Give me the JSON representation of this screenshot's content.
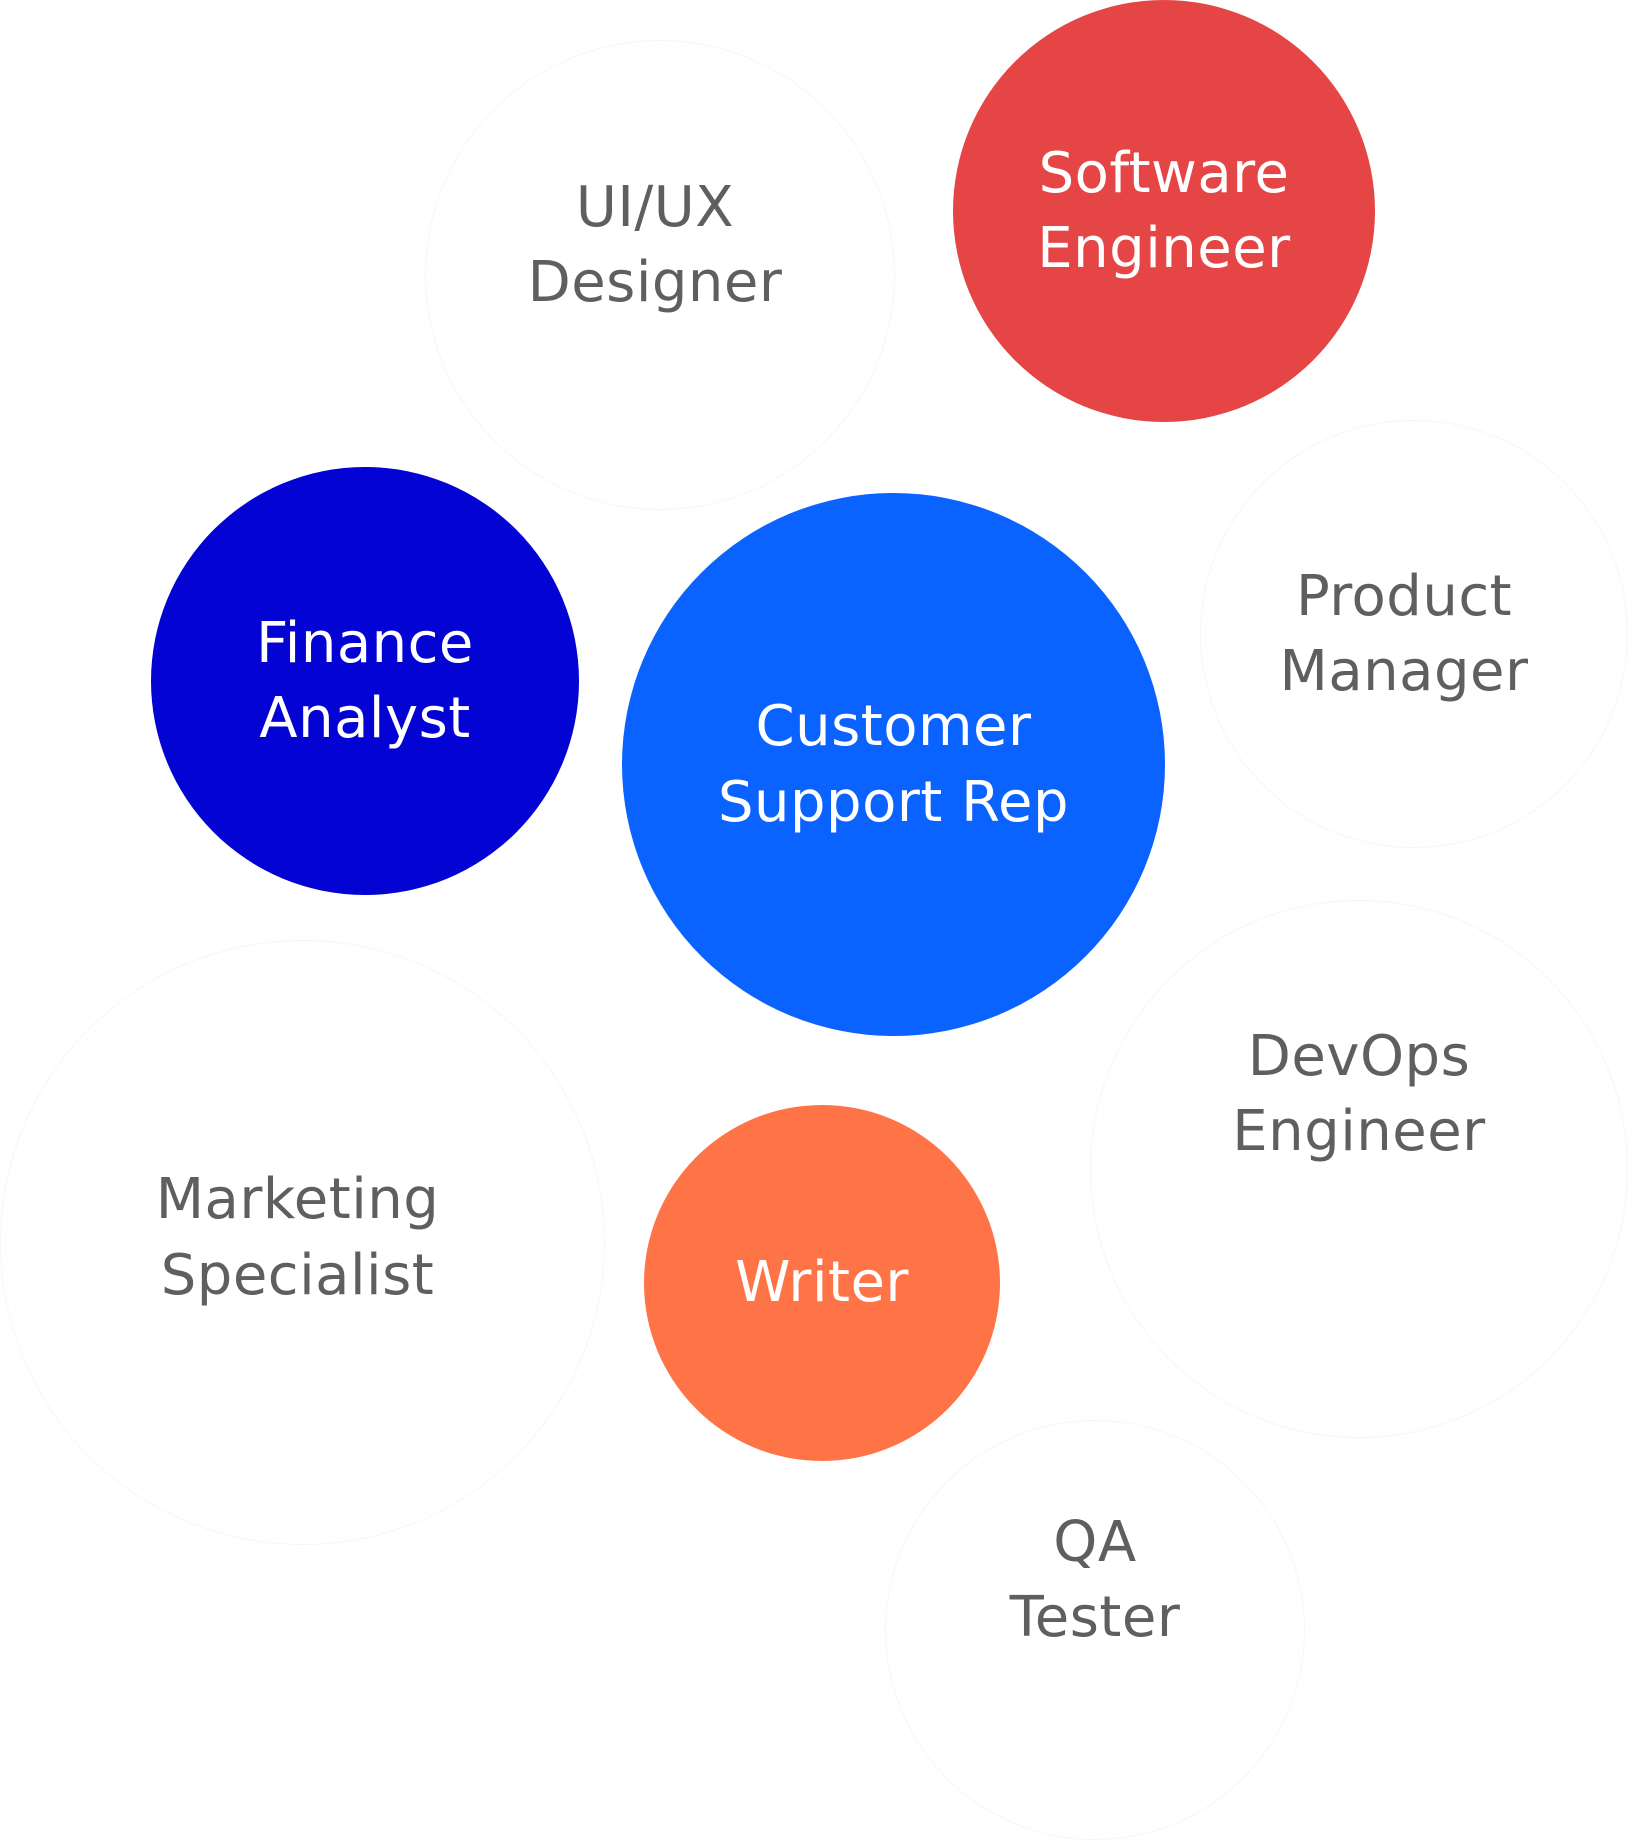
{
  "colors": {
    "red": "#e64545",
    "navy": "#0303d4",
    "blue": "#0b63ff",
    "orange": "#ff7446",
    "ghost_text": "#5f5f5f"
  },
  "bubbles": [
    {
      "id": "uiux",
      "lines": [
        "UI/UX",
        "Designer"
      ],
      "style": "ghost",
      "color": ""
    },
    {
      "id": "software",
      "lines": [
        "Software",
        "Engineer"
      ],
      "style": "filled",
      "color": "#e64545"
    },
    {
      "id": "product",
      "lines": [
        "Product",
        "Manager"
      ],
      "style": "ghost",
      "color": ""
    },
    {
      "id": "finance",
      "lines": [
        "Finance",
        "Analyst"
      ],
      "style": "filled",
      "color": "#0303d4"
    },
    {
      "id": "support",
      "lines": [
        "Customer",
        "Support Rep"
      ],
      "style": "filled",
      "color": "#0b63ff"
    },
    {
      "id": "marketing",
      "lines": [
        "Marketing",
        "Specialist"
      ],
      "style": "ghost",
      "color": ""
    },
    {
      "id": "devops",
      "lines": [
        "DevOps",
        "Engineer"
      ],
      "style": "ghost",
      "color": ""
    },
    {
      "id": "writer",
      "lines": [
        "Writer"
      ],
      "style": "filled",
      "color": "#ff7446"
    },
    {
      "id": "qa",
      "lines": [
        "QA",
        "Tester"
      ],
      "style": "ghost",
      "color": ""
    }
  ]
}
